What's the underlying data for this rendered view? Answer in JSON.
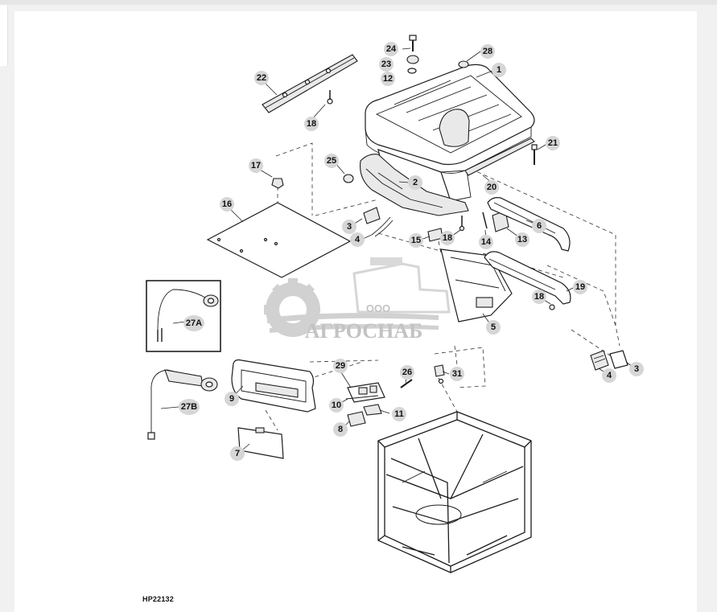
{
  "drawing_code": "HP22132",
  "watermark": {
    "small_text": "ООО",
    "brand_text": "АГРОСНАБ"
  },
  "callouts": [
    "1",
    "2",
    "3",
    "4",
    "5",
    "6",
    "7",
    "8",
    "9",
    "10",
    "11",
    "12",
    "13",
    "14",
    "15",
    "16",
    "17",
    "18",
    "19",
    "20",
    "21",
    "22",
    "23",
    "24",
    "25",
    "26",
    "27A",
    "27B",
    "28",
    "29",
    "31"
  ]
}
